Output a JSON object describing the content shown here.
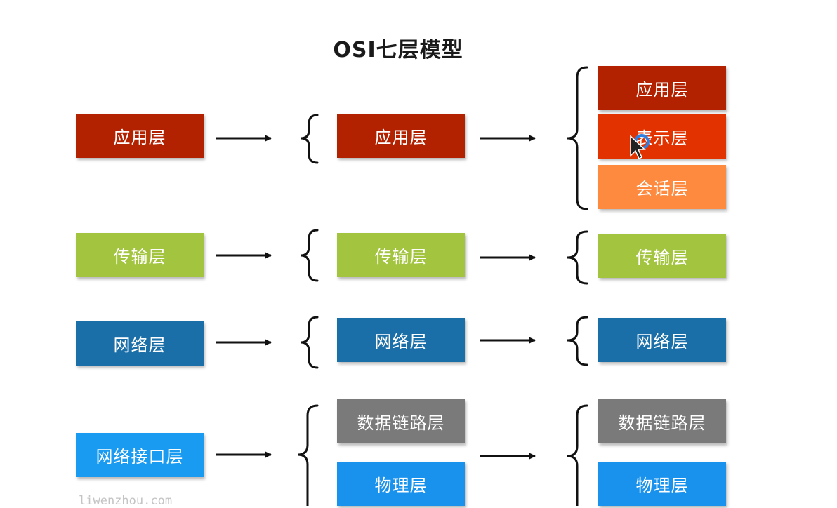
{
  "title": "OSI七层模型",
  "colors": {
    "application": "#b22100",
    "presentation": "#e23200",
    "session": "#fd8a3f",
    "transport": "#a3c43e",
    "network": "#1a6fa9",
    "data_link": "#7a7a7a",
    "physical": "#1992ed",
    "network_interface": "#1a9bf2"
  },
  "columns": {
    "left": {
      "application": "应用层",
      "transport": "传输层",
      "network": "网络层",
      "network_interface": "网络接口层"
    },
    "middle": {
      "application": "应用层",
      "transport": "传输层",
      "network": "网络层",
      "data_link": "数据链路层",
      "physical": "物理层"
    },
    "right": {
      "application": "应用层",
      "presentation": "表示层",
      "session": "会话层",
      "transport": "传输层",
      "network": "网络层",
      "data_link": "数据链路层",
      "physical": "物理层"
    }
  },
  "watermark": "liwenzhou.com"
}
